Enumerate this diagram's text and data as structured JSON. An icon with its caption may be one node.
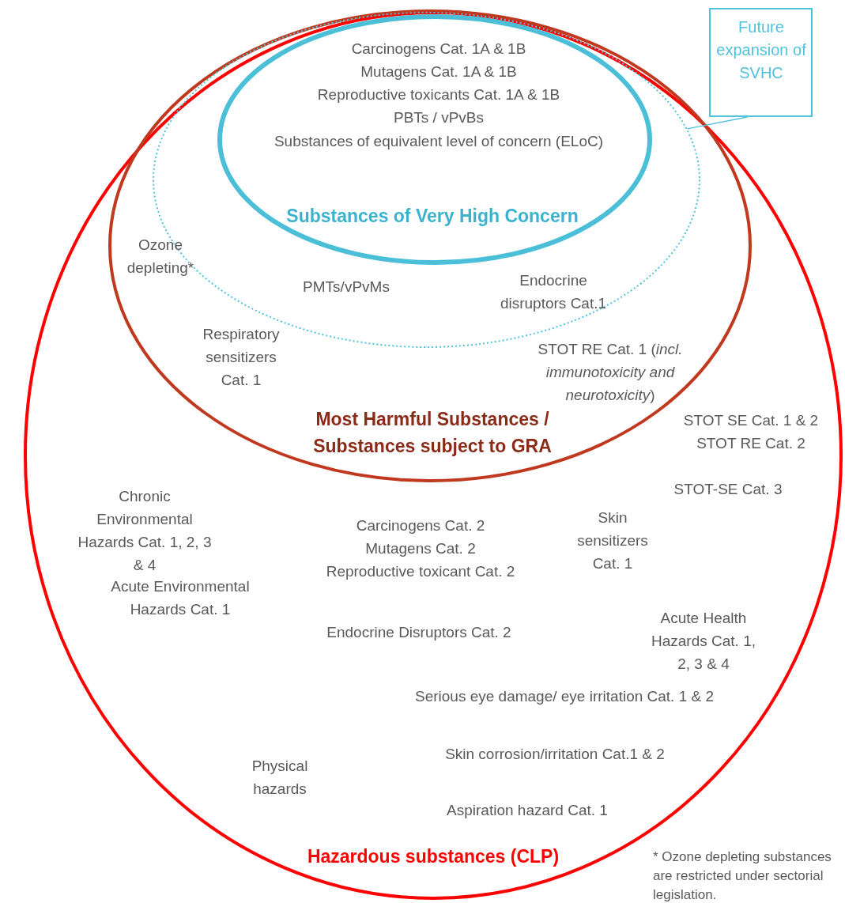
{
  "diagram": {
    "nodes": [
      {
        "text": [
          "Hazardous substances (CLP)"
        ]
      },
      {
        "text": [
          "Most Harmful Substances / Substances subject to GRA"
        ],
        "in": 0
      },
      {
        "text": [],
        "shape": "ellipse",
        "in": 1
      },
      {
        "text": [
          "Carcinogens Cat. 1A & 1B",
          "Mutagens Cat. 1A & 1B",
          "Reproductive toxicants Cat. 1A & 1B",
          "PBTs / vPvBs",
          "Substances of equivalent level of concern (ELoC)",
          "Substances of Very High Concern"
        ],
        "in": 2
      },
      {
        "text": [
          "Future expansion of SVHC"
        ]
      }
    ],
    "edges": [
      {
        "from": 4,
        "to": 2,
        "arrow": "none"
      }
    ],
    "labels": [
      "Ozone depleting*",
      "PMTs/vPvMs",
      "Endocrine disruptors Cat.1",
      "Respiratory sensitizers Cat. 1",
      "STOT RE Cat. 1 (*incl. immunotoxicity and neurotoxicity*)",
      "STOT SE Cat. 1 & 2",
      "STOT RE Cat. 2",
      "STOT-SE Cat. 3",
      "Chronic Environmental Hazards Cat. 1, 2, 3 & 4",
      "Carcinogens Cat. 2",
      "Mutagens Cat. 2",
      "Reproductive toxicant Cat. 2",
      "Skin sensitizers Cat. 1",
      "Acute Environmental Hazards Cat. 1",
      "Endocrine Disruptors Cat. 2",
      "Acute Health Hazards Cat. 1, 2, 3 & 4",
      "Serious eye damage/ eye irritation Cat. 1 & 2",
      "Skin corrosion/irritation Cat.1 & 2",
      "Physical hazards",
      "Aspiration hazard Cat. 1",
      "* Ozone depleting substances are restricted under sectorial legislation."
    ]
  }
}
